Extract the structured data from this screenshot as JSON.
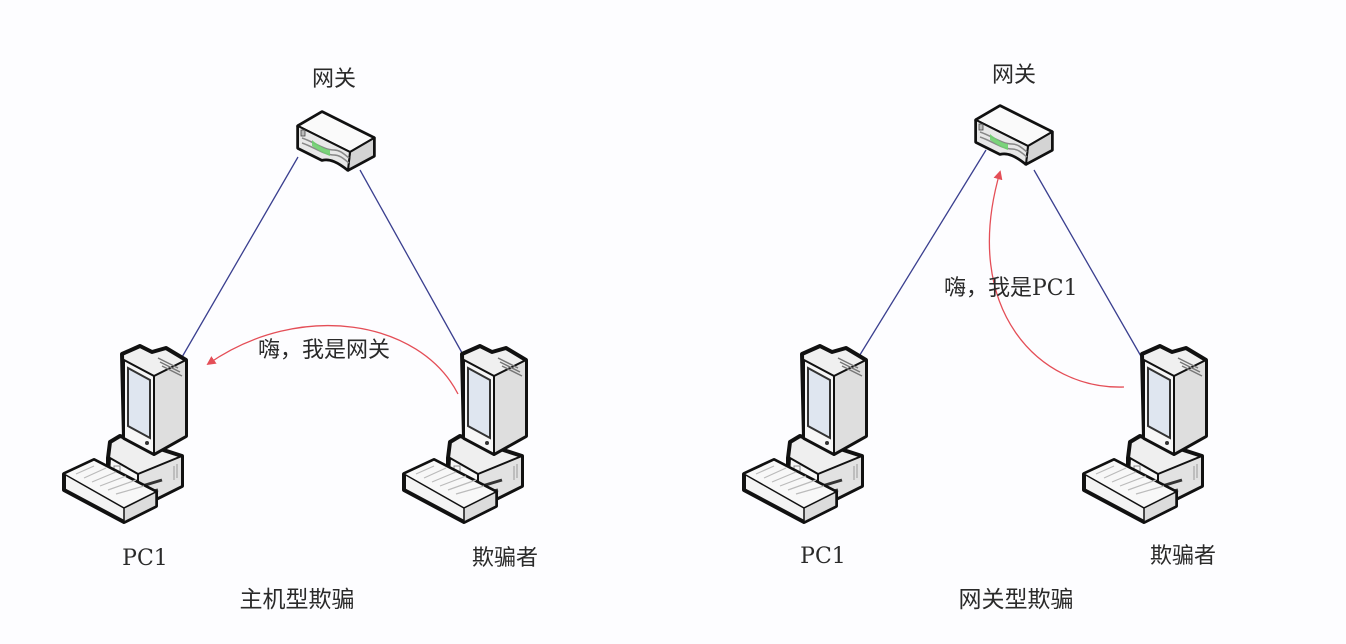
{
  "colors": {
    "background": "#fdfdff",
    "link_line": "#3a3f8f",
    "spoof_arrow": "#e0303a",
    "device_outline": "#111111",
    "device_body": "#f0f0f0",
    "screen": "#dfe6f0",
    "router_led": "#6fd06f"
  },
  "panels": [
    {
      "id": "host-spoofing",
      "caption": "主机型欺骗",
      "gateway": {
        "label": "网关",
        "icon": "router-icon"
      },
      "victim": {
        "label": "PC1",
        "icon": "computer-icon"
      },
      "attacker": {
        "label": "欺骗者",
        "icon": "computer-icon"
      },
      "message": "嗨，我是网关",
      "arrow": {
        "from": "attacker",
        "to": "victim"
      }
    },
    {
      "id": "gateway-spoofing",
      "caption": "网关型欺骗",
      "gateway": {
        "label": "网关",
        "icon": "router-icon"
      },
      "victim": {
        "label": "PC1",
        "icon": "computer-icon"
      },
      "attacker": {
        "label": "欺骗者",
        "icon": "computer-icon"
      },
      "message": "嗨，我是PC1",
      "arrow": {
        "from": "attacker",
        "to": "gateway"
      }
    }
  ]
}
